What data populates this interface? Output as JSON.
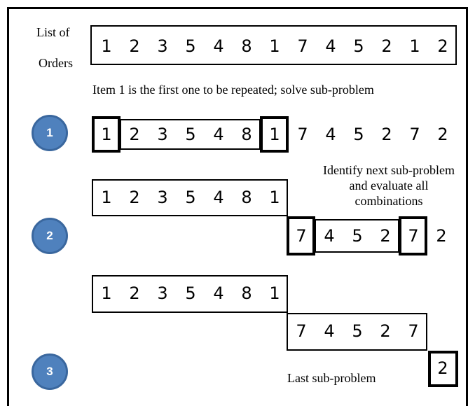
{
  "orders": {
    "label_line1": "List of",
    "label_line2": "Orders",
    "items": [
      "1",
      "2",
      "3",
      "5",
      "4",
      "8",
      "1",
      "7",
      "4",
      "5",
      "2",
      "1",
      "2"
    ]
  },
  "step1": {
    "badge": "1",
    "caption": "Item 1 is the first one to be repeated; solve sub-problem",
    "items": [
      "1",
      "2",
      "3",
      "5",
      "4",
      "8",
      "1",
      "7",
      "4",
      "5",
      "2",
      "7",
      "2"
    ]
  },
  "step2": {
    "badge": "2",
    "caption_lines": [
      "Identify next sub-problem",
      "and evaluate all",
      "combinations"
    ],
    "first": [
      "1",
      "2",
      "3",
      "5",
      "4",
      "8",
      "1"
    ],
    "second": [
      "7",
      "4",
      "5",
      "2",
      "7",
      "2"
    ]
  },
  "step3": {
    "badge": "3",
    "caption": "Last sub-problem",
    "first": [
      "1",
      "2",
      "3",
      "5",
      "4",
      "8",
      "1"
    ],
    "second": [
      "7",
      "4",
      "5",
      "2",
      "7"
    ],
    "last": [
      "2"
    ]
  }
}
